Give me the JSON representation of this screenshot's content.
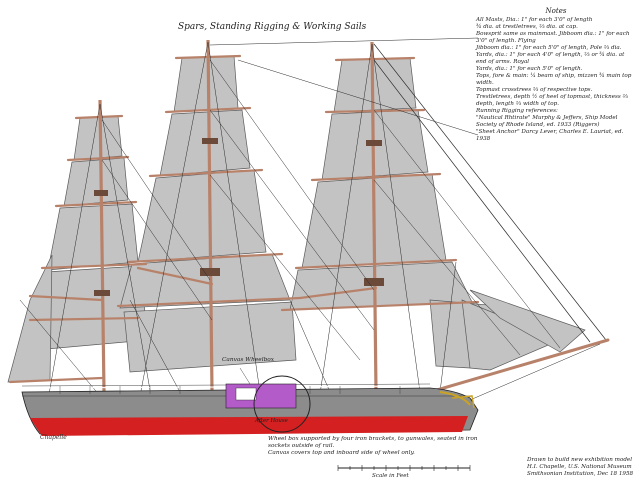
{
  "drawing": {
    "title": "Spars, Standing Rigging & Working Sails",
    "notes_heading": "Notes",
    "notes": [
      "All Masts, Dia.: 1\" for each 3'0\" of length\n ¾ dia. at trestletrees, ⅔ dia. at cap.",
      "Bowsprit same as mainmast. Jibboom dia.: 1\" for each 3'0\" of length. Flying",
      "Jibboom dia.: 1\" for each 5'0\" of length, Pole ⅔ dia.",
      "Yards, dia.: 1\" for each 4'0\" of length, ⅔ or ¾ dia. at end of arms. Royal",
      "Yards, dia.: 1\" for each 5'0\" of length.",
      "Tops, fore & main: ¼ beam of ship, mizzen ¾ main top width.",
      "Topmast crosstrees ⅔ of respective tops.",
      "Trestletrees, depth ½ of heel of topmast, thickness ⅔ depth, length ⅔ width of top.",
      "Running Rigging references:\n \"Nautical Rhtirate\" Murphy & Jeffers, Ship Model Society of Rhode Island, ed. 1933 (Riggers)",
      "\"Sheet Anchor\" Darcy Lever, Charles E. Lauriat, ed. 1938"
    ],
    "canvas_wheelbox": "Canvas Wheelbox",
    "afterhouse": "After House",
    "wheel_note": "Wheel box supported by four iron brackets, to gunwales, seated in iron sockets outside of rail.\nCanvas covers top and inboard side of wheel only.",
    "signature": "Chapelle",
    "scale_label": "Scale in Feet",
    "drawn_note": "Drawn to build new exhibition model\nH.I. Chapelle, U.S. National Museum\nSmithsonian Institution, Dec 18 1958"
  },
  "colors": {
    "sail": "#c3c3c3",
    "sail_edge": "#5a5a5a",
    "spar": "#b8826a",
    "hull": "#8c8c8c",
    "hull_red": "#d42020",
    "wheelbox": "#b35cc9",
    "rigging": "#2b2b2b"
  }
}
